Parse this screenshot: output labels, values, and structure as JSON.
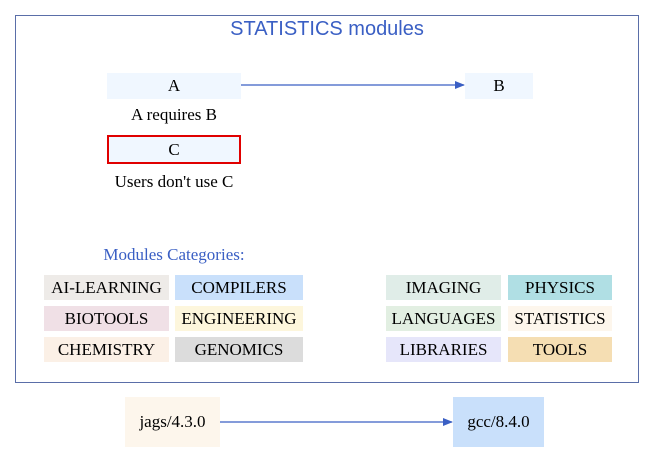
{
  "title": "STATISTICS modules",
  "legend": {
    "node_a": "A",
    "node_b": "B",
    "node_c": "C",
    "caption_requires": "A requires B",
    "caption_users": "Users don't use C"
  },
  "categories": {
    "heading": "Modules Categories:",
    "items": [
      {
        "label": "AI-LEARNING",
        "color": "#eeebe8"
      },
      {
        "label": "COMPILERS",
        "color": "#c9e0fb"
      },
      {
        "label": "BIOTOOLS",
        "color": "#f0e0e6"
      },
      {
        "label": "ENGINEERING",
        "color": "#fdf6dc"
      },
      {
        "label": "CHEMISTRY",
        "color": "#fbf0e6"
      },
      {
        "label": "GENOMICS",
        "color": "#dcdcdc"
      },
      {
        "label": "IMAGING",
        "color": "#e0ede8"
      },
      {
        "label": "PHYSICS",
        "color": "#b0dfe4"
      },
      {
        "label": "LANGUAGES",
        "color": "#e2efe2"
      },
      {
        "label": "STATISTICS",
        "color": "#fdf6ec"
      },
      {
        "label": "LIBRARIES",
        "color": "#e6e6fa"
      },
      {
        "label": "TOOLS",
        "color": "#f5deb3"
      }
    ]
  },
  "modules": {
    "jags": {
      "label": "jags/4.3.0",
      "color": "#fdf6ec"
    },
    "gcc": {
      "label": "gcc/8.4.0",
      "color": "#c9e0fb"
    }
  },
  "colors": {
    "accent": "#3a5fc4",
    "legend_node": "#f0f7ff",
    "unused_border": "#e00000",
    "frame": "#5a6ea8"
  }
}
